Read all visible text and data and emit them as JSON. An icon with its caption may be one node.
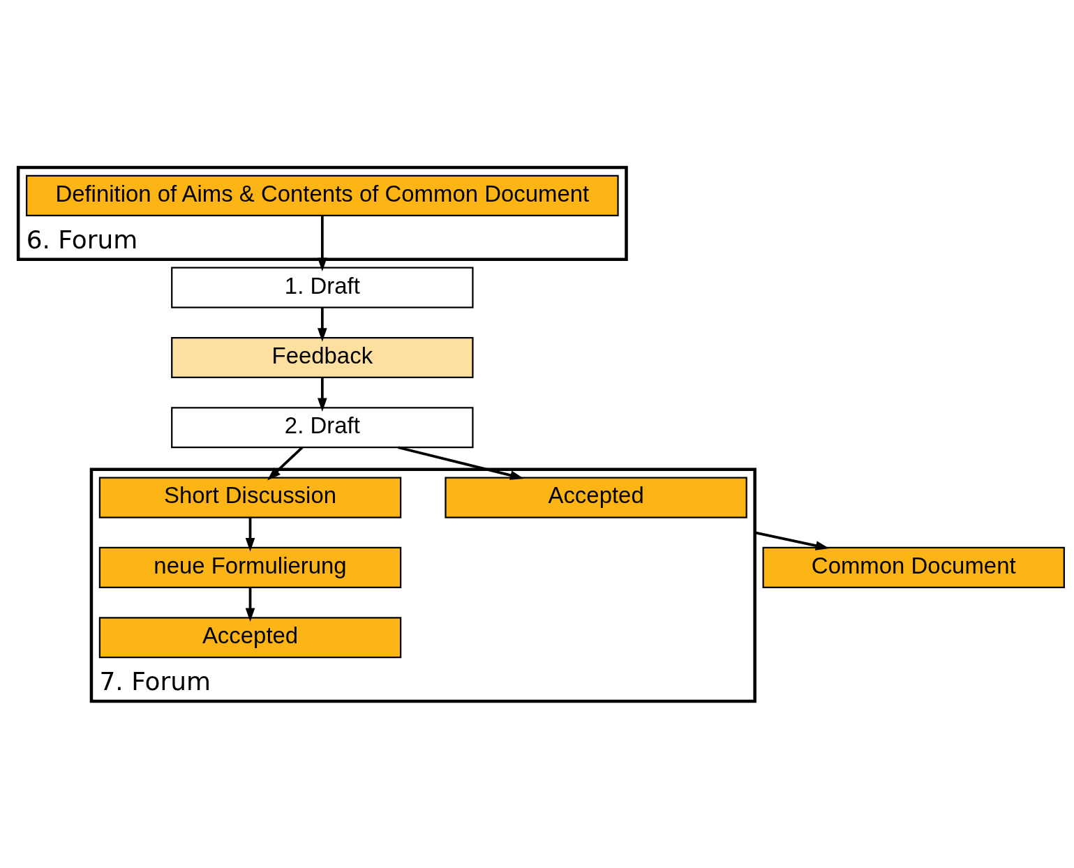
{
  "diagram": {
    "nodes": [
      {
        "text": [
          "6. Forum"
        ]
      },
      {
        "text": [
          "Definition of Aims & Contents of Common Document"
        ],
        "in": 0
      },
      {
        "text": [
          "1. Draft"
        ]
      },
      {
        "text": [
          "Feedback"
        ]
      },
      {
        "text": [
          "2. Draft"
        ]
      },
      {
        "text": [
          "7. Forum"
        ]
      },
      {
        "text": [
          "Accepted"
        ],
        "in": 5
      },
      {
        "text": [
          "Short Discussion"
        ],
        "in": 5
      },
      {
        "text": [
          "neue Formulierung"
        ],
        "in": 5
      },
      {
        "text": [
          "Accepted"
        ],
        "in": 5
      },
      {
        "text": [
          "Common Document"
        ]
      }
    ],
    "edges": [
      {
        "from": 1,
        "to": 2,
        "arrow": "to"
      },
      {
        "from": 2,
        "to": 3,
        "arrow": "to"
      },
      {
        "from": 3,
        "to": 4,
        "arrow": "to"
      },
      {
        "from": 4,
        "to": 6,
        "arrow": "to"
      },
      {
        "from": 4,
        "to": 7,
        "arrow": "to"
      },
      {
        "from": 7,
        "to": 8,
        "arrow": "to"
      },
      {
        "from": 8,
        "to": 9,
        "arrow": "to"
      },
      {
        "from": 5,
        "to": 10,
        "arrow": "to"
      }
    ]
  }
}
